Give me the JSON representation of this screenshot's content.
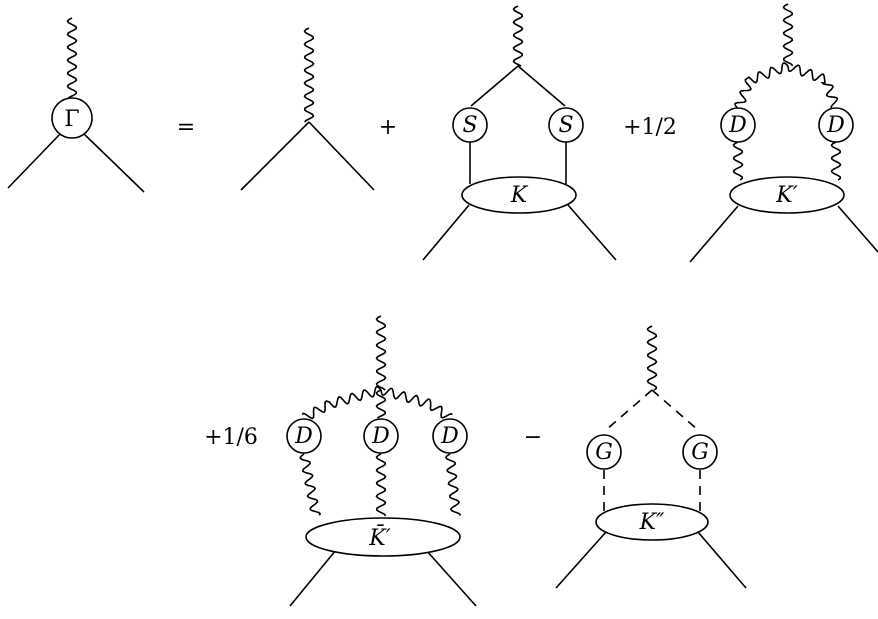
{
  "equation": {
    "lhs_vertex_label": "Γ",
    "equals": "=",
    "plus": "+",
    "coef_half": "+1/2",
    "coef_sixth": "+1/6",
    "minus": "−"
  },
  "terms": {
    "t2": {
      "left_label": "S",
      "right_label": "S",
      "kernel_label": "K"
    },
    "t3": {
      "left_label": "D",
      "right_label": "D",
      "kernel_label": "K′"
    },
    "t4": {
      "left_label": "D",
      "middle_label": "D",
      "right_label": "D",
      "kernel_label": "K̄′"
    },
    "t5": {
      "left_label": "G",
      "right_label": "G",
      "kernel_label": "K″"
    }
  }
}
